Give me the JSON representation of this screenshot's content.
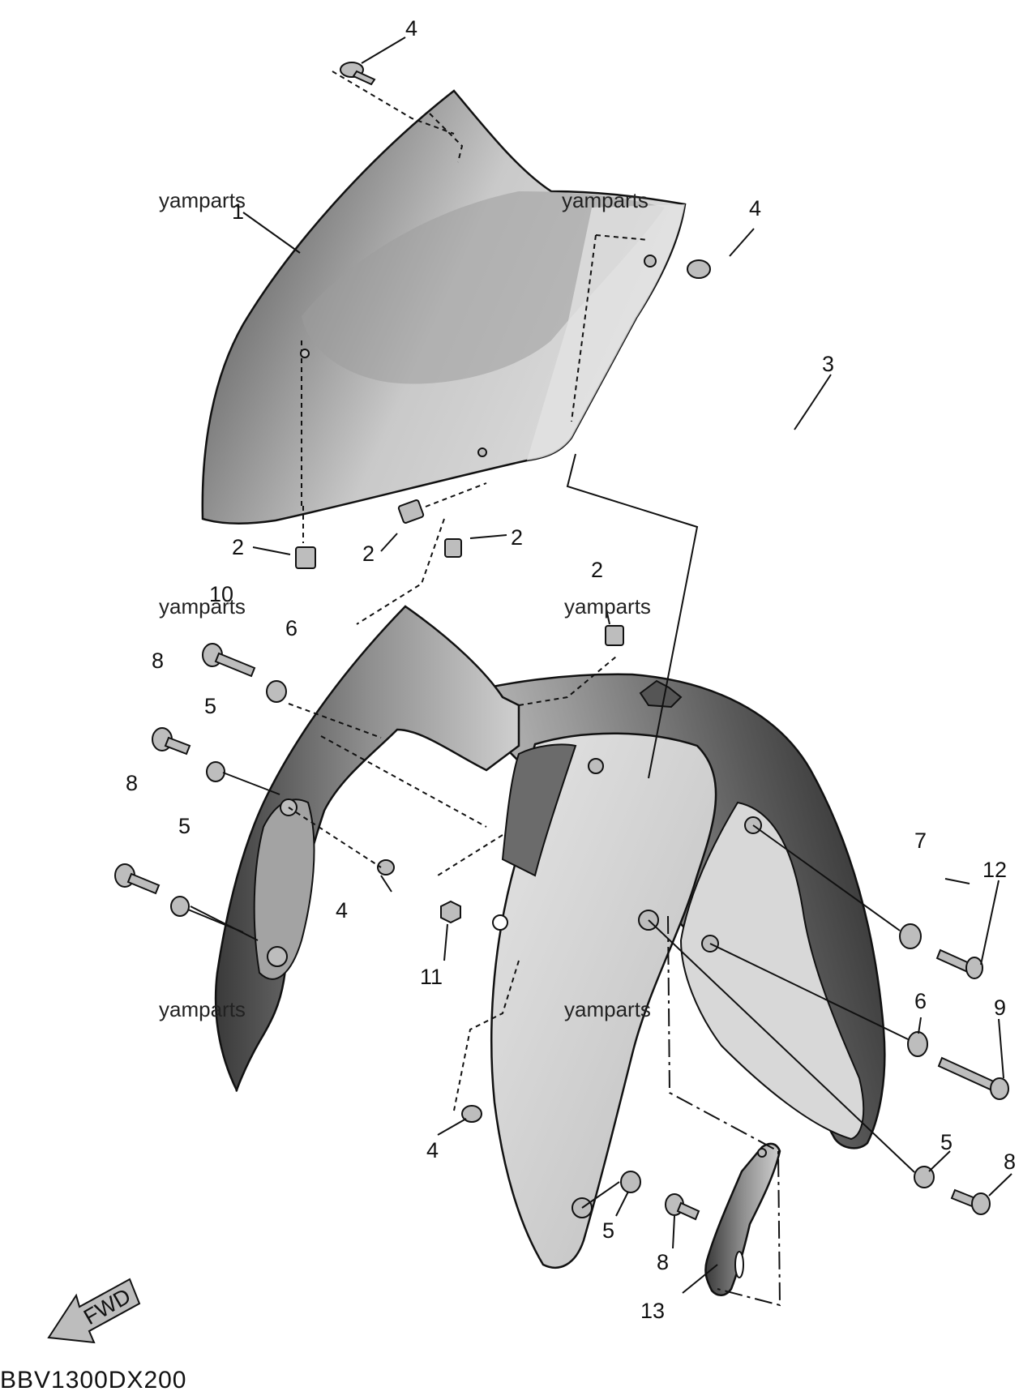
{
  "diagram": {
    "part_code": "BBV1300DX200",
    "fwd_label": "FWD",
    "watermark": "yamparts",
    "callouts": {
      "c1": "1",
      "c2a": "2",
      "c2b": "2",
      "c2c": "2",
      "c2d": "2",
      "c3": "3",
      "c4a": "4",
      "c4b": "4",
      "c4c": "4",
      "c4d": "4",
      "c5a": "5",
      "c5b": "5",
      "c5c": "5",
      "c5d": "5",
      "c6a": "6",
      "c6b": "6",
      "c7": "7",
      "c8a": "8",
      "c8b": "8",
      "c8c": "8",
      "c8d": "8",
      "c9": "9",
      "c10": "10",
      "c11": "11",
      "c12": "12",
      "c13": "13"
    },
    "colors": {
      "part_dark": "#3a3a3a",
      "part_light": "#d9d9d9",
      "line": "#111111"
    }
  }
}
